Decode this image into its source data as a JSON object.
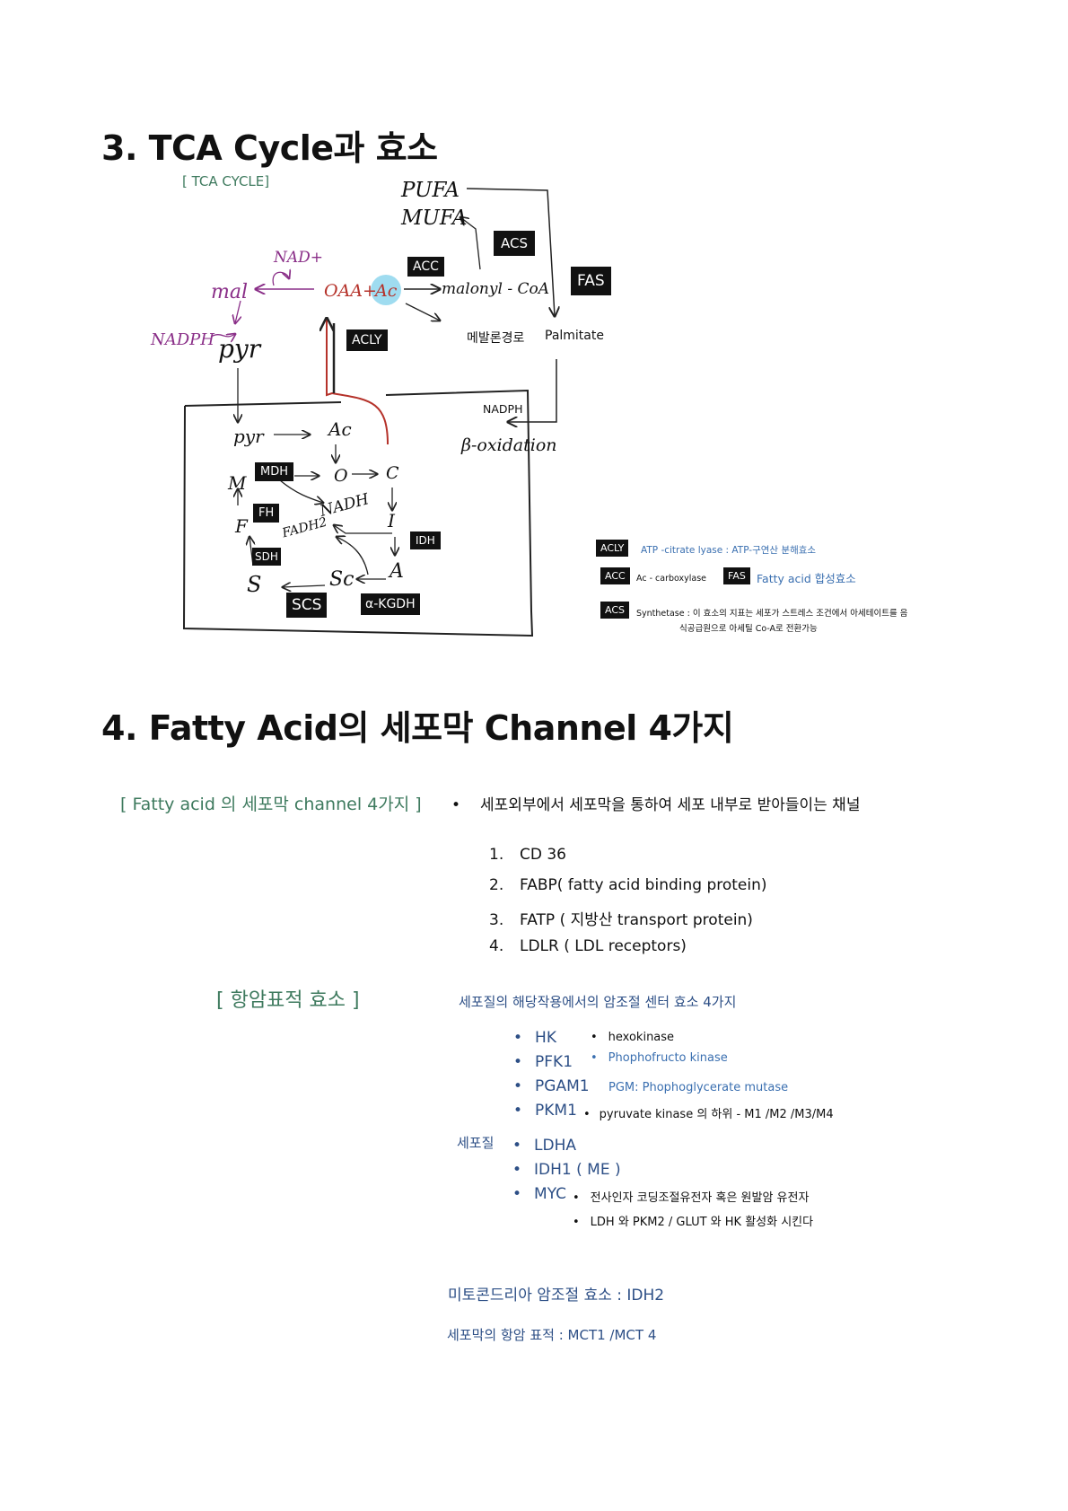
{
  "section3": {
    "title": "3. TCA Cycle과 효소",
    "diagram_label": "[ TCA CYCLE]"
  },
  "diagram": {
    "pufa": "PUFA",
    "mufa": "MUFA",
    "acs": "ACS",
    "fas": "FAS",
    "acc": "ACC",
    "acly": "ACLY",
    "nad_plus": "NAD+",
    "mal": "mal",
    "oaa_plus": "OAA+",
    "ac_top": "Ac",
    "malonyl": "malonyl - CoA",
    "mevalonate": "메발론경로",
    "palmitate": "Palmitate",
    "nadph_left": "NADPH",
    "pyr_out": "pyr",
    "nadph_mid": "NADPH",
    "beta_ox": "β-oxidation",
    "pyr_in": "pyr",
    "ac_in": "Ac",
    "mdh": "MDH",
    "m": "M",
    "o": "O",
    "c": "C",
    "fh": "FH",
    "f": "F",
    "nadh": "NADH",
    "fadh2": "FADH2",
    "i": "I",
    "idh": "IDH",
    "sdh": "SDH",
    "s": "S",
    "sc": "Sc",
    "a": "A",
    "scs": "SCS",
    "akgdh": "α-KGDH"
  },
  "legend": {
    "acly": {
      "tag": "ACLY",
      "text": "ATP -citrate lyase : ATP-구연산 분해효소"
    },
    "acc": {
      "tag": "ACC",
      "text": "Ac - carboxylase"
    },
    "fas": {
      "tag": "FAS",
      "text": "Fatty acid 합성효소"
    },
    "acs": {
      "tag": "ACS",
      "text_line1": "Synthetase : 이 효소의 지표는 세포가 스트레스 조건에서 아세테이트를 음",
      "text_line2": "식공급원으로 아세틸 Co-A로 전환가능"
    }
  },
  "section4": {
    "title": "4. Fatty Acid의 세포막 Channel 4가지",
    "channel_label": "[ Fatty acid 의 세포막 channel 4가지 ]",
    "channel_desc": "세포외부에서 세포막을 통하여 세포 내부로 받아들이는 채널",
    "channels": [
      {
        "num": "1.",
        "text": "CD 36"
      },
      {
        "num": "2.",
        "text": "FABP( fatty acid binding protein)"
      },
      {
        "num": "3.",
        "text": "FATP ( 지방산 transport protein)"
      },
      {
        "num": "4.",
        "text": "LDLR ( LDL receptors)"
      }
    ],
    "anticancer_label": "[ 항암표적 효소 ]",
    "glycolysis_title": "세포질의 해당작용에서의 암조절 센터 효소 4가지",
    "enzymes": [
      {
        "name": "HK",
        "desc": "hexokinase"
      },
      {
        "name": "PFK1",
        "desc": "Phophofructo kinase"
      },
      {
        "name": "PGAM1",
        "desc": "PGM: Phophoglycerate mutase"
      },
      {
        "name": "PKM1",
        "desc": "pyruvate kinase 의 하위 - M1 /M2 /M3/M4"
      }
    ],
    "cytoplasm_label": "세포질",
    "cyto_items": [
      "LDHA",
      "IDH1 ( ME )",
      "MYC"
    ],
    "myc_desc1": "전사인자 코딩조절유전자 혹은 원발암 유전자",
    "myc_desc2": "LDH 와  PKM2 / GLUT 와  HK 활성화 시킨다",
    "mito": "미토콘드리아 암조절 효소 :  IDH2",
    "membrane_target": "세포막의 항암 표적 : MCT1 /MCT 4"
  }
}
